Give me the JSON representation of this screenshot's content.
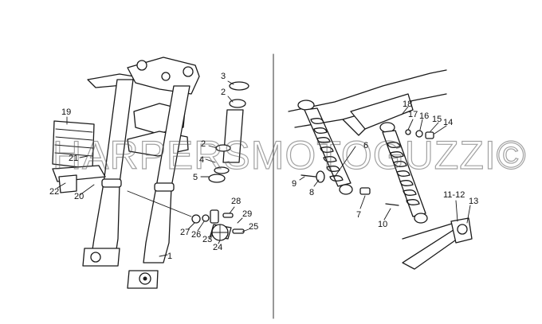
{
  "watermark": {
    "text": "HARPERSMOTOGUZZI©"
  },
  "colors": {
    "ink": "#1a1a1a",
    "paper": "#ffffff",
    "watermark": "#555555"
  },
  "callouts": {
    "c1": "1",
    "c2": "2",
    "c3": "3",
    "c4": "4",
    "c5": "5",
    "c2b": "2",
    "c6": "6",
    "c7": "7",
    "c8": "8",
    "c9": "9",
    "c10": "10",
    "c11_12": "11-12",
    "c13": "13",
    "c14": "14",
    "c15": "15",
    "c16": "16",
    "c17": "17",
    "c18": "18",
    "c19": "19",
    "c20": "20",
    "c21": "21",
    "c22": "22",
    "c23": "23",
    "c24": "24",
    "c25": "25",
    "c26": "26",
    "c27": "27",
    "c28": "28",
    "c29": "29"
  }
}
